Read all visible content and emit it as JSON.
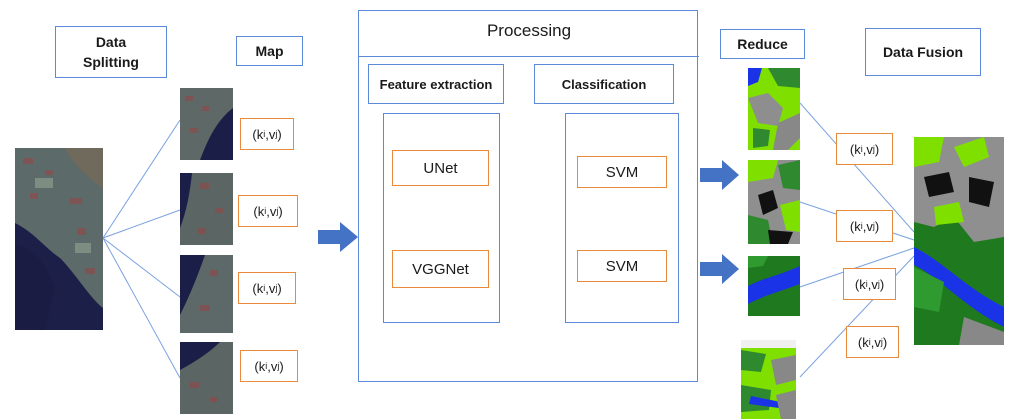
{
  "titles": {
    "data_splitting": "Data Splitting",
    "map": "Map",
    "processing": "Processing",
    "reduce": "Reduce",
    "data_fusion": "Data Fusion"
  },
  "processing": {
    "feature_extraction": "Feature extraction",
    "classification": "Classification",
    "models": [
      "UNet",
      "VGGNet"
    ],
    "classifiers": [
      "SVM",
      "SVM"
    ]
  },
  "kv": {
    "k": "k",
    "i": "i",
    "v": "v",
    "j": "j"
  }
}
